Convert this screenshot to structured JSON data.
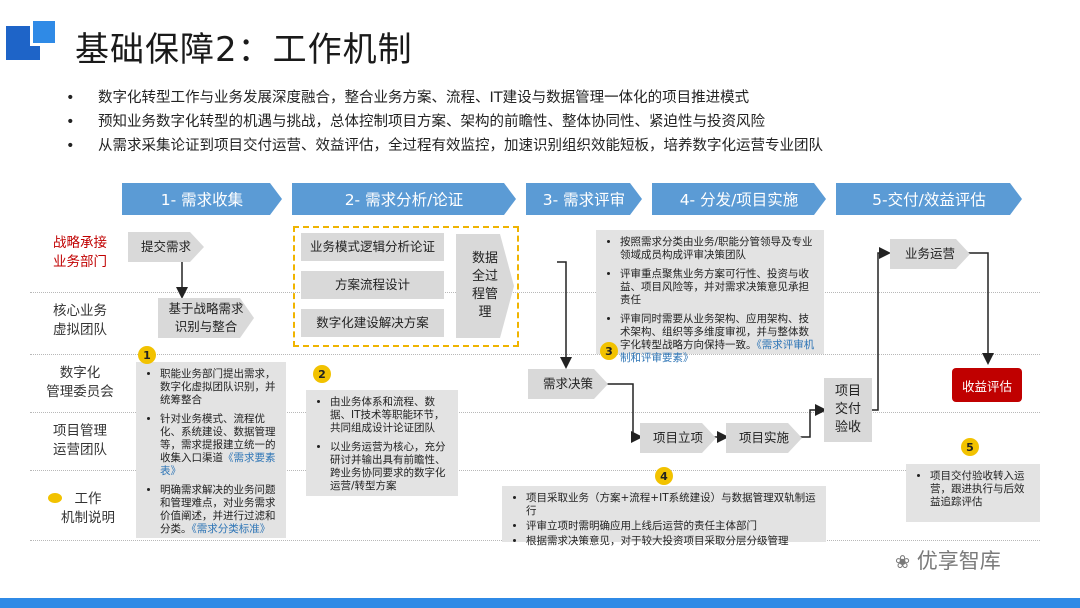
{
  "title": "基础保障2：工作机制",
  "bullets": [
    "数字化转型工作与业务发展深度融合，整合业务方案、流程、IT建设与数据管理一体化的项目推进模式",
    "预知业务数字化转型的机遇与挑战，总体控制项目方案、架构的前瞻性、整体协同性、紧迫性与投资风险",
    "从需求采集论证到项目交付运营、效益评估，全过程有效监控，加速识别组织效能短板，培养数字化运营专业团队"
  ],
  "phases": [
    "1- 需求收集",
    "2- 需求分析/论证",
    "3- 需求评审",
    "4- 分发/项目实施",
    "5-交付/效益评估"
  ],
  "rows": {
    "strategy": "战略承接\n业务部门",
    "core": "核心业务\n虚拟团队",
    "committee": "数字化\n管理委员会",
    "pmo": "项目管理\n运营团队",
    "legend": "工作\n机制说明"
  },
  "boxes": {
    "submit": "提交需求",
    "identify": "基于战略需求\n识别与整合",
    "biz_logic": "业务模式逻辑分析论证",
    "process_design": "方案流程设计",
    "digital_plan": "数字化建设解决方案",
    "data_mgmt": "数据\n全过\n程管\n理",
    "decision": "需求决策",
    "setup": "项目立项",
    "implement": "项目实施",
    "acceptance": "项目\n交付\n验收",
    "operation": "业务运营",
    "benefit": "收益评估"
  },
  "notes": {
    "n1": [
      {
        "text": "职能业务部门提出需求，数字化虚拟团队识别，并统筹整合"
      },
      {
        "text": "针对业务模式、流程优化、系统建设、数据管理等，需求提报建立统一的收集入口渠道",
        "link": "《需求要素表》"
      },
      {
        "text": "明确需求解决的业务问题和管理难点，对业务需求价值阐述，并进行过滤和分类。",
        "link": "《需求分类标准》"
      }
    ],
    "n2": [
      {
        "text": "由业务体系和流程、数据、IT技术等职能环节，共同组成设计论证团队"
      },
      {
        "text": "以业务运营为核心，充分研讨并输出具有前瞻性、跨业务协同要求的数字化运营/转型方案"
      }
    ],
    "n3": [
      {
        "text": "按照需求分类由业务/职能分管领导及专业领域成员构成评审决策团队"
      },
      {
        "text": "评审重点聚焦业务方案可行性、投资与收益、项目风险等，并对需求决策意见承担责任"
      },
      {
        "text": "评审同时需要从业务架构、应用架构、技术架构、组织等多维度审视，并与整体数字化转型战略方向保持一致。",
        "link": "《需求评审机制和评审要素》"
      }
    ],
    "n4": [
      {
        "text": "项目采取业务（方案+流程+IT系统建设）与数据管理双轨制运行"
      },
      {
        "text": "评审立项时需明确应用上线后运营的责任主体部门"
      },
      {
        "text": "根据需求决策意见，对于较大投资项目采取分层分级管理"
      }
    ],
    "n5": [
      {
        "text": "项目交付验收转入运营，跟进执行与后效益追踪评估"
      }
    ]
  },
  "badges": [
    "1",
    "2",
    "3",
    "4",
    "5"
  ],
  "watermark": "优享智库",
  "colors": {
    "phase": "#5b9bd5",
    "box": "#d9d9d9",
    "badge": "#f2c200",
    "red": "#c00000",
    "accent": "#2f8ae6"
  }
}
